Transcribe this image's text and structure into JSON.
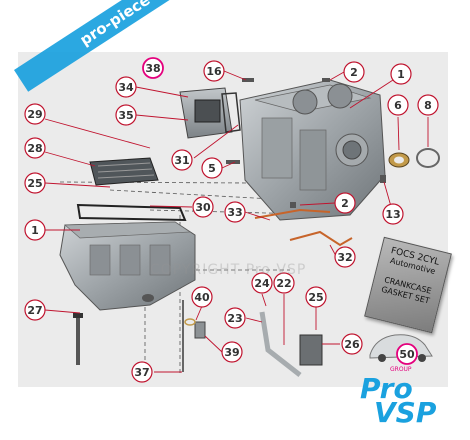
{
  "watermark_url": "pro-piece-vsp.com",
  "copyright_watermark": "COPYRIGHT Pro VSP",
  "gasket_box": {
    "line1": "FOCS 2CYL",
    "line2": "Automotive",
    "line3": "CRANKCASE",
    "line4": "GASKET SET"
  },
  "logo": {
    "group": "GROUP",
    "pro": "Pro",
    "vsp": "VSP"
  },
  "callouts": [
    {
      "id": "c38",
      "label": "38",
      "highlight": true
    },
    {
      "id": "c16",
      "label": "16"
    },
    {
      "id": "c2a",
      "label": "2"
    },
    {
      "id": "c1a",
      "label": "1"
    },
    {
      "id": "c34",
      "label": "34"
    },
    {
      "id": "c35",
      "label": "35"
    },
    {
      "id": "c6",
      "label": "6"
    },
    {
      "id": "c8",
      "label": "8"
    },
    {
      "id": "c29",
      "label": "29"
    },
    {
      "id": "c28",
      "label": "28"
    },
    {
      "id": "c31",
      "label": "31"
    },
    {
      "id": "c5",
      "label": "5"
    },
    {
      "id": "c25a",
      "label": "25"
    },
    {
      "id": "c30",
      "label": "30"
    },
    {
      "id": "c33",
      "label": "33"
    },
    {
      "id": "c2b",
      "label": "2"
    },
    {
      "id": "c13",
      "label": "13"
    },
    {
      "id": "c1b",
      "label": "1"
    },
    {
      "id": "c32",
      "label": "32"
    },
    {
      "id": "c27",
      "label": "27"
    },
    {
      "id": "c24",
      "label": "24"
    },
    {
      "id": "c22",
      "label": "22"
    },
    {
      "id": "c25b",
      "label": "25"
    },
    {
      "id": "c40",
      "label": "40"
    },
    {
      "id": "c23",
      "label": "23"
    },
    {
      "id": "c26",
      "label": "26"
    },
    {
      "id": "c39",
      "label": "39"
    },
    {
      "id": "c37",
      "label": "37"
    },
    {
      "id": "c50",
      "label": "50",
      "highlight": true
    }
  ]
}
